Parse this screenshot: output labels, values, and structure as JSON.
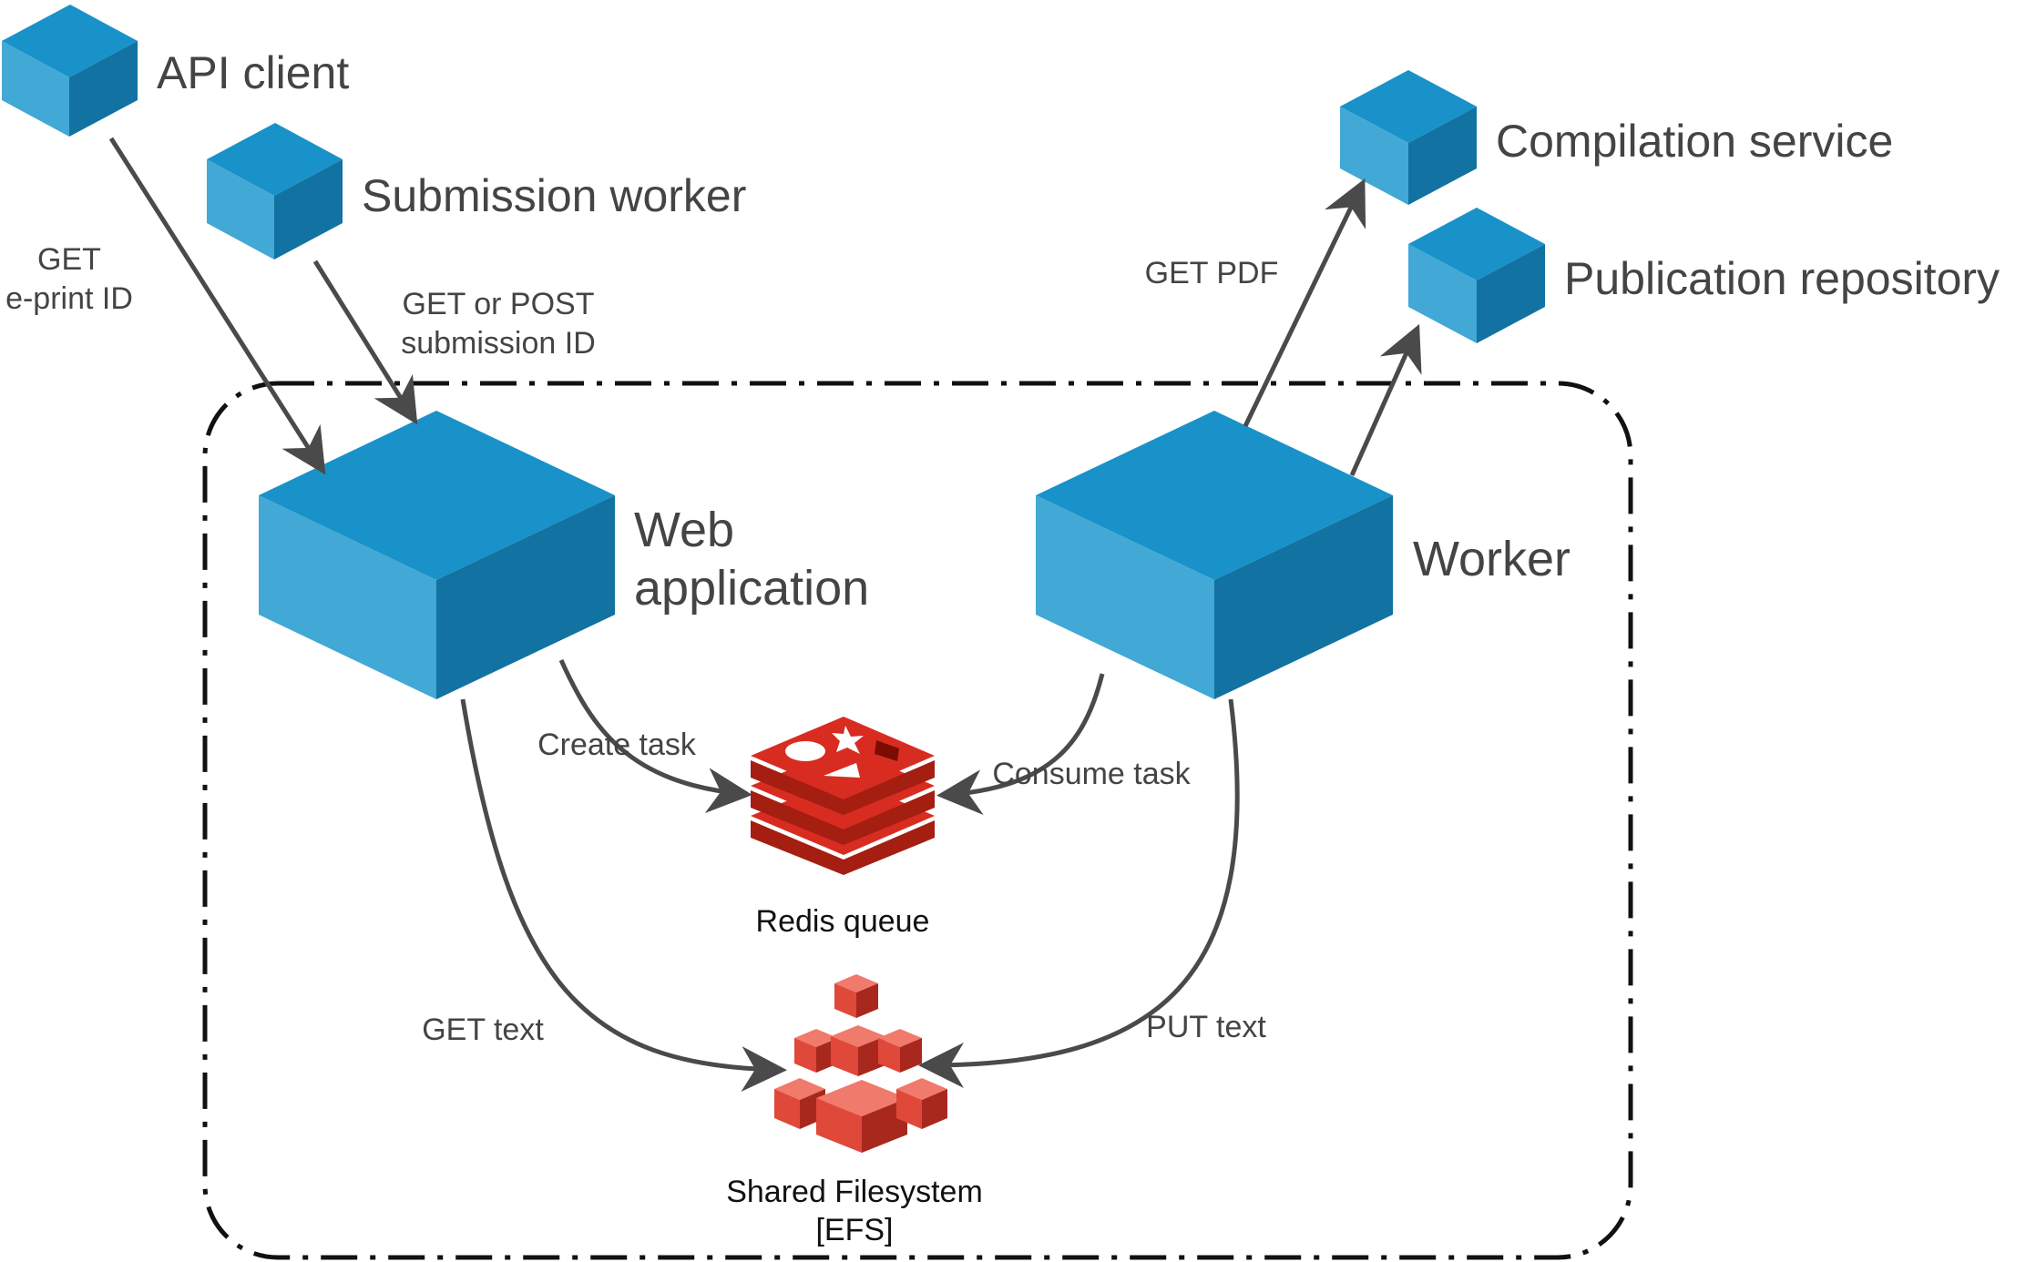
{
  "colors": {
    "cube_top": "#1892C8",
    "cube_left": "#42A8D5",
    "cube_right": "#1272A1",
    "arrow": "#4A4A4A",
    "boundary": "#111111",
    "redis_red": "#D82C20",
    "efs_red": "#E0483A",
    "label_text": "#444444"
  },
  "nodes": {
    "api_client": {
      "label": "API client",
      "icon": "cube-icon"
    },
    "submission_worker": {
      "label": "Submission worker",
      "icon": "cube-icon"
    },
    "compilation_service": {
      "label": "Compilation service",
      "icon": "cube-icon"
    },
    "publication_repository": {
      "label": "Publication repository",
      "icon": "cube-icon"
    },
    "web_application": {
      "label_line1": "Web",
      "label_line2": "application",
      "icon": "cube-icon"
    },
    "worker": {
      "label": "Worker",
      "icon": "cube-icon"
    },
    "redis_queue": {
      "label": "Redis queue",
      "icon": "redis-logo-icon"
    },
    "shared_filesystem": {
      "label_line1": "Shared Filesystem",
      "label_line2": "[EFS]",
      "icon": "efs-icon"
    }
  },
  "edges": {
    "api_to_web": {
      "label_line1": "GET",
      "label_line2": "e-print ID"
    },
    "submission_to_web": {
      "label_line1": "GET or POST",
      "label_line2": "submission ID"
    },
    "worker_to_compilation": {
      "label": "GET PDF"
    },
    "worker_to_publication": {
      "label": ""
    },
    "web_to_redis": {
      "label": "Create task"
    },
    "worker_to_redis": {
      "label": "Consume task"
    },
    "web_to_efs": {
      "label": "GET text"
    },
    "worker_to_efs": {
      "label": "PUT text"
    }
  }
}
